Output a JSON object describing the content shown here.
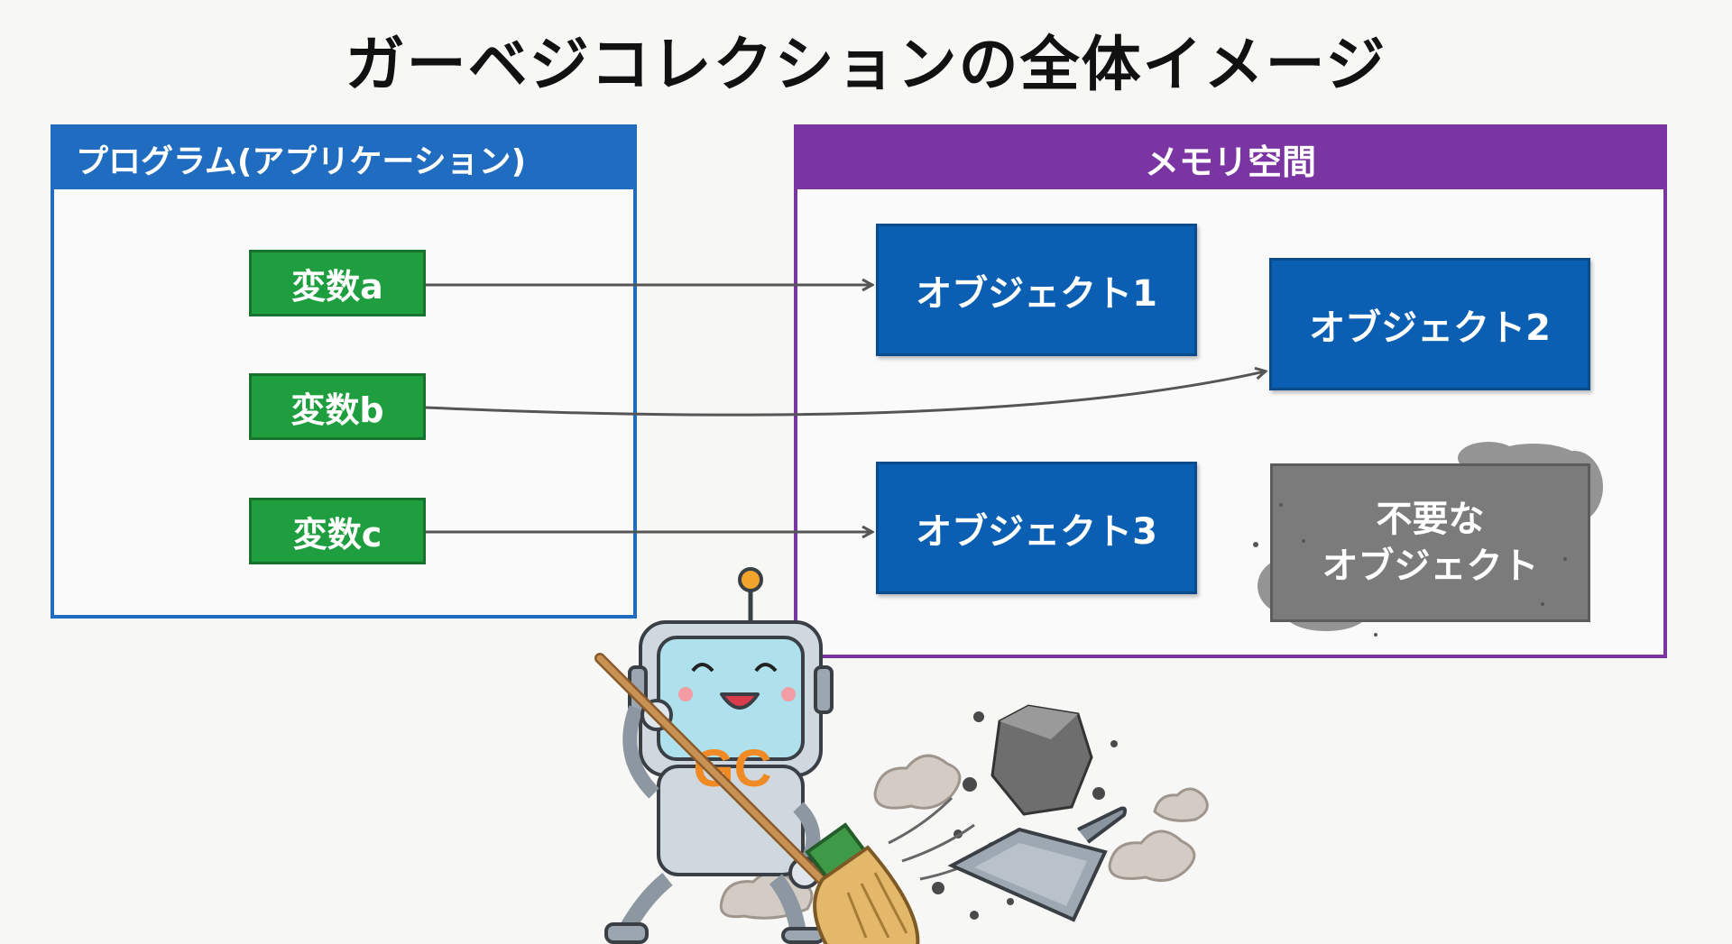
{
  "title": "ガーベジコレクションの全体イメージ",
  "program_panel": {
    "header": "プログラム(アプリケーション)",
    "variables": [
      "変数a",
      "変数b",
      "変数c"
    ]
  },
  "memory_panel": {
    "header": "メモリ空間",
    "objects": [
      "オブジェクト1",
      "オブジェクト2",
      "オブジェクト3"
    ],
    "garbage_object": {
      "line1": "不要な",
      "line2": "オブジェクト"
    }
  },
  "references": [
    {
      "from": "変数a",
      "to": "オブジェクト1"
    },
    {
      "from": "変数b",
      "to": "オブジェクト2"
    },
    {
      "from": "変数c",
      "to": "オブジェクト3"
    }
  ],
  "robot_badge": "GC",
  "colors": {
    "program": "#1f6cc0",
    "memory": "#7a35a3",
    "variable": "#1f9e3f",
    "object": "#0b5fb3",
    "garbage": "#7b7b7b",
    "accent": "#f08a24"
  }
}
